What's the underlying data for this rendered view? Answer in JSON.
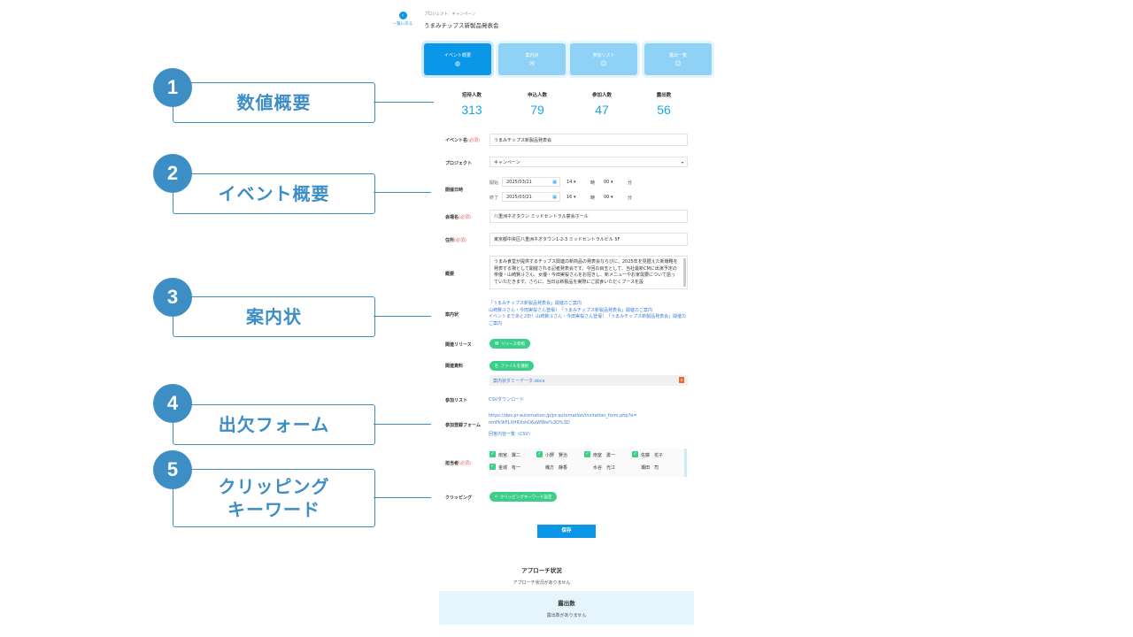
{
  "header": {
    "back_label": "一覧に戻る",
    "breadcrumb": "プロジェクト：キャンペーン",
    "title": "うまみチップス新製品発表会"
  },
  "tabs": [
    {
      "label": "イベント概要",
      "icon": "globe-icon",
      "active": true
    },
    {
      "label": "案内状",
      "icon": "mail-icon",
      "active": false
    },
    {
      "label": "参加リスト",
      "icon": "face-icon",
      "active": false
    },
    {
      "label": "露出一覧",
      "icon": "face-icon",
      "active": false
    }
  ],
  "stats": [
    {
      "label": "招待人数",
      "value": "313"
    },
    {
      "label": "申込人数",
      "value": "79"
    },
    {
      "label": "参加人数",
      "value": "47"
    },
    {
      "label": "露出数",
      "value": "56"
    }
  ],
  "form": {
    "event_name_label": "イベント名",
    "required": "(必須)",
    "event_name_value": "うまみチップス新製品発表会",
    "project_label": "プロジェクト",
    "project_value": "キャンペーン",
    "datetime_label": "開催日時",
    "start_label": "開始",
    "end_label": "終了",
    "start_date": "2025/03/21",
    "end_date": "2025/03/21",
    "start_hour": "14",
    "start_min": "00",
    "end_hour": "16",
    "end_min": "00",
    "hour_unit": "時",
    "min_unit": "分",
    "venue_label": "会場名",
    "venue_value": "八重洲ネオタウン ミッドセントラル宴会ホール",
    "address_label": "住所",
    "address_value": "東京都中央区八重洲ネオタウン1-2-3 ミッドセントラルビル 5F",
    "summary_label": "概要",
    "summary_value": "うまみ食堂が提供するチップス関連の新商品の発表会ならびに、2025年を見据えた新戦略を発表する場として開催される記者発表会です。今回の目玉として、当社最新CMに出演予定の俳優・山崎賢斗さん、女優・今田実桜さんをお招きし、新メニューやお家需要について語っていただきます。さらに、当日は新製品を実際にご試食いただくブースを設",
    "invitation_label": "案内状",
    "invitations": [
      "「うまみチップス新製品発表会」開催のご案内",
      "山崎賢斗さん・今田実桜さん登壇！「うまみチップス新製品発表会」開催のご案内",
      "イベントまであと2日！山崎賢斗さん・今田実桜さん登壇！「うまみチップス新製品発表会」開催のご案内"
    ],
    "release_label": "関連リリース",
    "release_button": "リリース参照",
    "material_label": "関連資料",
    "material_button": "ファイルを選択",
    "material_file": "案内状ダミーデータ.docx",
    "participants_label": "参加リスト",
    "csv_download": "CSVダウンロード",
    "form_label": "参加登録フォーム",
    "form_url": "https://dev.pr-automation.jp/pr-automation/invitation_form.php?e=nmPk9lPLXHRXshD6xWWw%3D%3D",
    "form_answers": "回答内容一覧（CSV）",
    "staff_label": "担当者",
    "staff": [
      {
        "name": "南宮　翼二",
        "checked": true
      },
      {
        "name": "小野　賢治",
        "checked": true
      },
      {
        "name": "南室　勇一",
        "checked": true
      },
      {
        "name": "佐藤　花子",
        "checked": true
      },
      {
        "name": "金城　有一",
        "checked": true
      },
      {
        "name": "織方　静香",
        "checked": false
      },
      {
        "name": "水谷　光江",
        "checked": false
      },
      {
        "name": "瀬田　司",
        "checked": false
      }
    ],
    "clipping_label": "クリッピング",
    "clipping_button": "クリッピングキーワード設定",
    "save_button": "保存"
  },
  "approach": {
    "title": "アプローチ状況",
    "empty": "アプローチ状況がありません"
  },
  "exposure": {
    "title": "露出数",
    "empty": "露出数がありません"
  },
  "callouts": [
    {
      "num": "1",
      "label": "数値概要"
    },
    {
      "num": "2",
      "label": "イベント概要"
    },
    {
      "num": "3",
      "label": "案内状"
    },
    {
      "num": "4",
      "label": "出欠フォーム"
    },
    {
      "num": "5",
      "label": "クリッピング\nキーワード"
    }
  ],
  "colors": {
    "accent": "#0a97e8",
    "callout": "#3d8ec5",
    "green": "#3bcf8a",
    "stat": "#1da5e0"
  }
}
